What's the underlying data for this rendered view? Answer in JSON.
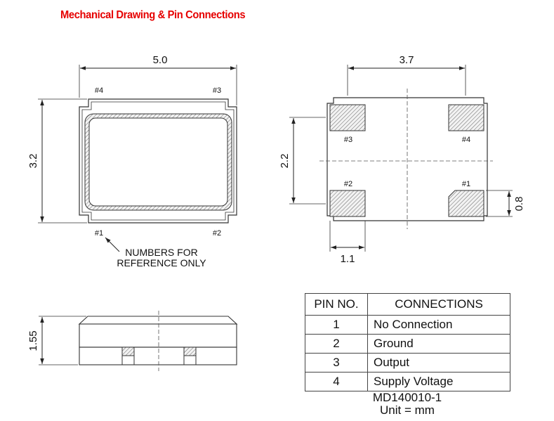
{
  "title": "Mechanical Drawing & Pin Connections",
  "top_view": {
    "width_dim": "5.0",
    "height_dim": "3.2",
    "pin_labels": [
      "#4",
      "#3",
      "#1",
      "#2"
    ],
    "note_line1": "NUMBERS FOR",
    "note_line2": "REFERENCE ONLY"
  },
  "bottom_view": {
    "width_dim": "3.7",
    "height_dim": "2.2",
    "pad_height_dim": "0.8",
    "pad_width_dim": "1.1",
    "pin_labels": [
      "#3",
      "#4",
      "#2",
      "#1"
    ]
  },
  "side_view": {
    "height_dim": "1.55"
  },
  "pin_table": {
    "headers": [
      "PIN NO.",
      "CONNECTIONS"
    ],
    "rows": [
      {
        "pin": "1",
        "connection": "No Connection"
      },
      {
        "pin": "2",
        "connection": "Ground"
      },
      {
        "pin": "3",
        "connection": "Output"
      },
      {
        "pin": "4",
        "connection": "Supply Voltage"
      }
    ]
  },
  "drawing_number": "MD140010-1",
  "unit_note": "Unit = mm",
  "colors": {
    "title": "#e60000",
    "line": "#333333",
    "hatch": "#777777"
  }
}
